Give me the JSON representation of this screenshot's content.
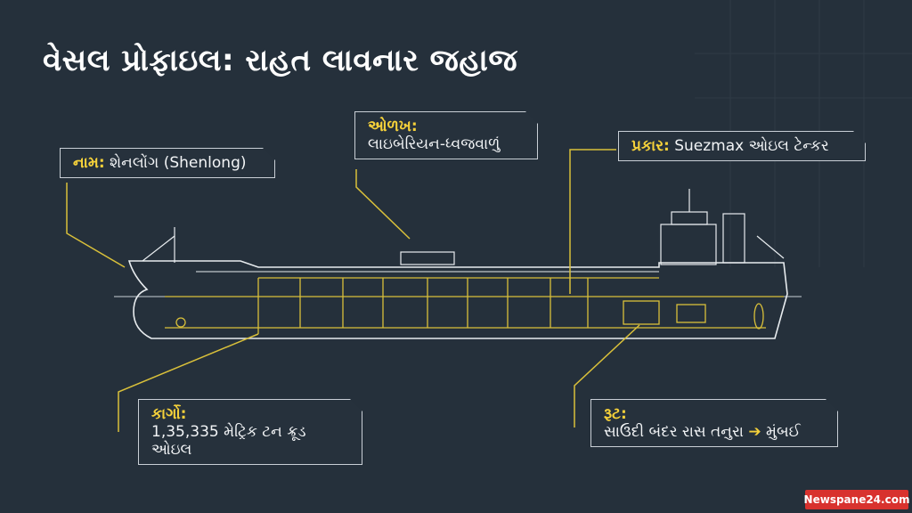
{
  "title": "વેસલ પ્રોફાઇલ: રાહત લાવનાર જહાજ",
  "callouts": {
    "name": {
      "label": "નામ:",
      "value": "શેનલોંગ (Shenlong)"
    },
    "identity": {
      "label": "ઓળખ:",
      "value": "લાઇબેરિયન-ધ્વજવાળું"
    },
    "type": {
      "label": "પ્રકાર:",
      "value": "Suezmax ઓઇલ ટેન્કર"
    },
    "cargo": {
      "label": "કાર્ગો:",
      "value": "1,35,335 મેટ્રિક ટન ક્રૂડ ઓઇલ"
    },
    "route": {
      "label": "રૂટ:",
      "from": "સાઉદી બંદર રાસ તનુરા",
      "arrow": "➔",
      "to": "મુંબઈ"
    }
  },
  "watermark": "Newspane24.com",
  "colors": {
    "background": "#25303b",
    "accent": "#f5d13a",
    "line": "#e8ecef"
  }
}
